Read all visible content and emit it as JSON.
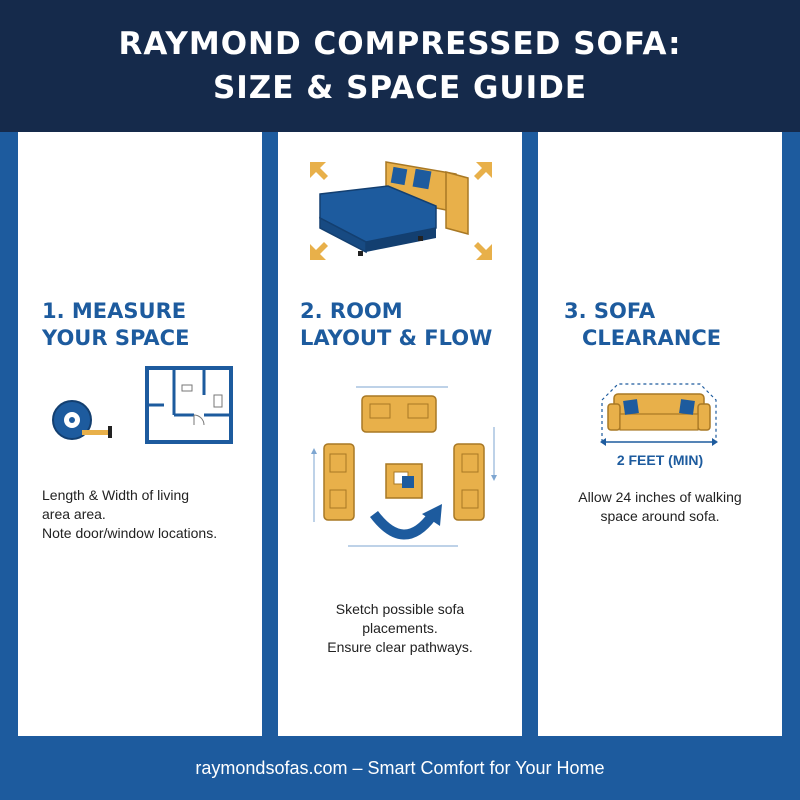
{
  "header": {
    "title_line1": "RAYMOND COMPRESSED SOFA:",
    "title_line2": "SIZE & SPACE GUIDE"
  },
  "steps": [
    {
      "heading_line1": "1. MEASURE",
      "heading_line2": "YOUR SPACE",
      "text_line1": "Length & Width of living",
      "text_line2": "area area.",
      "text_line3": "Note door/window locations.",
      "icons": [
        "tape-measure-icon",
        "floor-plan-icon"
      ]
    },
    {
      "heading_line1": "2. ROOM",
      "heading_line2": "LAYOUT & FLOW",
      "text_line1": "Sketch possible sofa",
      "text_line2": "placements.",
      "text_line3": "Ensure clear pathways.",
      "icons": [
        "sectional-sofa-icon",
        "room-layout-icon"
      ]
    },
    {
      "heading_line1": "3. SOFA",
      "heading_line2": "CLEARANCE",
      "dimension_label": "2 FEET (MIN)",
      "text_line1": "Allow 24 inches of walking",
      "text_line2": "space around sofa.",
      "icons": [
        "sofa-clearance-icon"
      ]
    }
  ],
  "footer": {
    "text": "raymondsofas.com – Smart Comfort for Your Home"
  },
  "colors": {
    "header_bg": "#152a4b",
    "accent_blue": "#1d5b9e",
    "sofa_gold": "#e8b04a"
  }
}
